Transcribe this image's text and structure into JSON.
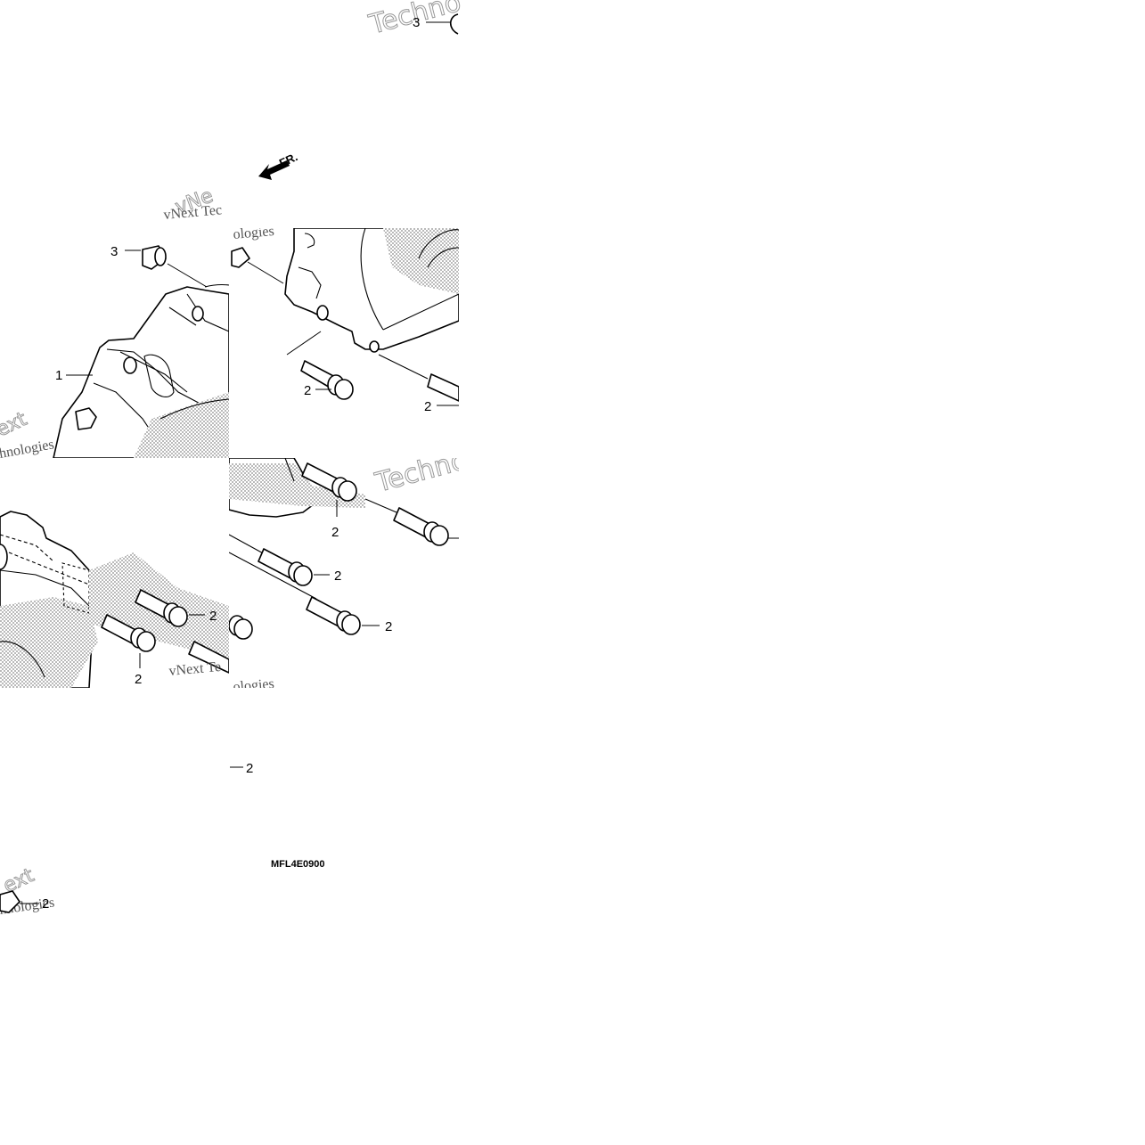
{
  "diagram": {
    "callouts": {
      "tl_top": "3",
      "tl_spacer": "3",
      "tl_cover": "1",
      "tr_bolt_a": "2",
      "tr_bolt_b": "2",
      "bl_bolt_a": "2",
      "bl_bolt_b": "2",
      "br_bolt_a": "2",
      "br_bolt_b": "2",
      "br_bolt_c": "2",
      "mid_bolt": "2",
      "lower_bolt": "2"
    },
    "direction_label": "FR.",
    "diagram_code": "MFL4E0900",
    "watermarks": {
      "vnext": "vNext Tec",
      "vnext_2": "vNext Te",
      "techno": "Techno",
      "techno_2": "Techno",
      "ext": "ext",
      "ext_2": "ext",
      "hnologies": "hnologies",
      "hnologies_2": "hnologies",
      "ologies": "ologies",
      "ologies_2": "ologies"
    },
    "colors": {
      "line": "#000000",
      "watermark": "#999999",
      "background": "#ffffff"
    }
  }
}
